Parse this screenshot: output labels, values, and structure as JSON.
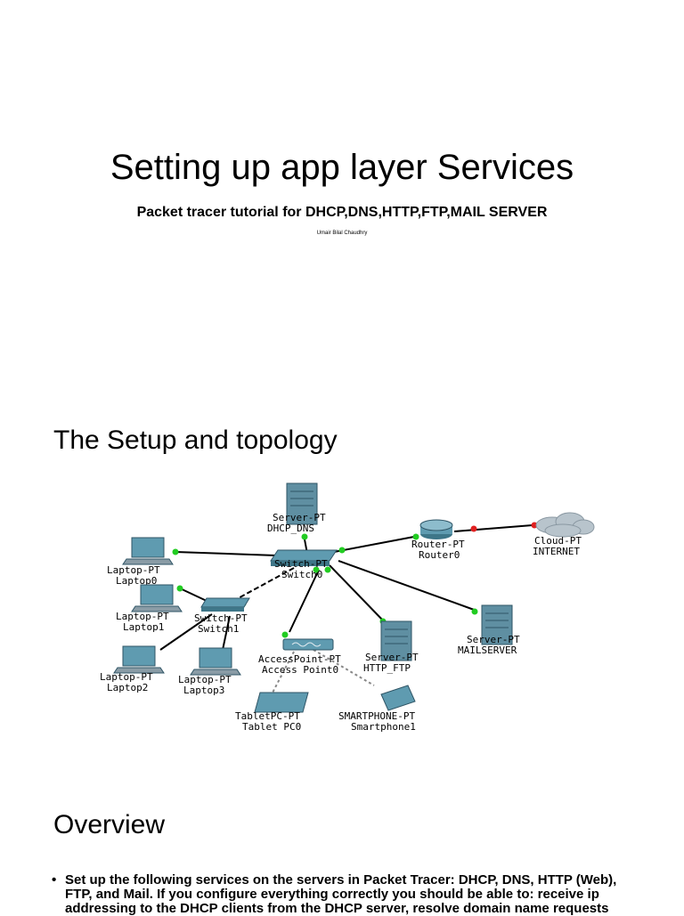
{
  "slide1": {
    "title": "Setting up app layer Services",
    "subtitle": "Packet tracer tutorial for DHCP,DNS,HTTP,FTP,MAIL SERVER",
    "author": "Umair Bilal Chaudhry"
  },
  "slide2": {
    "heading": "The Setup and topology",
    "devices": {
      "server_dhcp": {
        "type": "Server-PT",
        "name": "DHCP_DNS"
      },
      "switch0": {
        "type": "Switch-PT",
        "name": "Switch0"
      },
      "switch1": {
        "type": "Switch-PT",
        "name": "Switch1"
      },
      "router0": {
        "type": "Router-PT",
        "name": "Router0"
      },
      "cloud": {
        "type": "Cloud-PT",
        "name": "INTERNET"
      },
      "laptop0": {
        "type": "Laptop-PT",
        "name": "Laptop0"
      },
      "laptop1": {
        "type": "Laptop-PT",
        "name": "Laptop1"
      },
      "laptop2": {
        "type": "Laptop-PT",
        "name": "Laptop2"
      },
      "laptop3": {
        "type": "Laptop-PT",
        "name": "Laptop3"
      },
      "ap0": {
        "type": "AccessPoint-PT",
        "name": "Access Point0"
      },
      "server_http": {
        "type": "Server-PT",
        "name": "HTTP_FTP"
      },
      "server_mail": {
        "type": "Server-PT",
        "name": "MAILSERVER"
      },
      "tablet": {
        "type": "TabletPC-PT",
        "name": "Tablet PC0"
      },
      "phone": {
        "type": "SMARTPHONE-PT",
        "name": "Smartphone1"
      }
    }
  },
  "slide3": {
    "heading": "Overview",
    "bullet_lines": [
      "Set up the following services on the servers in Packet Tracer: DHCP, DNS, HTTP (Web),",
      "FTP, and Mail. If you configure everything correctly you should be able to: receive ip",
      "addressing to the DHCP clients from the DHCP server, resolve domain name requests"
    ]
  }
}
